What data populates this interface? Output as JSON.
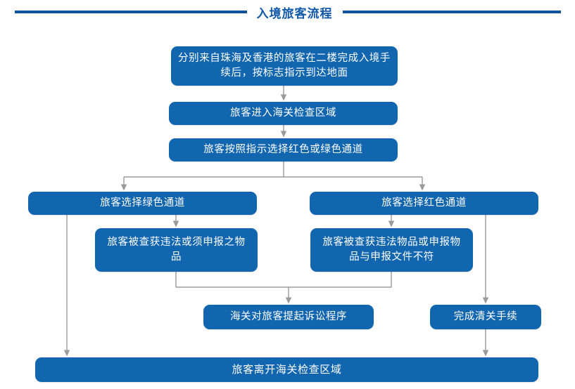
{
  "title": {
    "text": "入境旅客流程",
    "rule_color": "#0d529f",
    "text_color": "#1058a8"
  },
  "theme": {
    "node_fill": "#1266b0",
    "node_text": "#ffffff",
    "connector": "#9a9a9a",
    "background": "#ffffff"
  },
  "flow": {
    "nodes": [
      {
        "id": "arrival",
        "label": "分别来自珠海及香港的旅客在二楼完成入境手续后，按标志指示到达地面"
      },
      {
        "id": "enter-customs",
        "label": "旅客进入海关检查区域"
      },
      {
        "id": "choose-lane",
        "label": "旅客按照指示选择红色或绿色通道"
      },
      {
        "id": "green-lane",
        "label": "旅客选择绿色通道"
      },
      {
        "id": "red-lane",
        "label": "旅客选择红色通道"
      },
      {
        "id": "green-found",
        "label": "旅客被查获违法或须申报之物品"
      },
      {
        "id": "red-found",
        "label": "旅客被查获违法物品或申报物品与申报文件不符"
      },
      {
        "id": "prosecution",
        "label": "海关对旅客提起诉讼程序"
      },
      {
        "id": "clearance",
        "label": "完成清关手续"
      },
      {
        "id": "leave",
        "label": "旅客离开海关检查区域"
      }
    ],
    "edges": [
      {
        "from": "arrival",
        "to": "enter-customs",
        "type": "straight-down"
      },
      {
        "from": "enter-customs",
        "to": "choose-lane",
        "type": "straight-down"
      },
      {
        "from": "choose-lane",
        "to": "green-lane",
        "type": "split-left"
      },
      {
        "from": "choose-lane",
        "to": "red-lane",
        "type": "split-right"
      },
      {
        "from": "green-lane",
        "to": "green-found",
        "type": "straight-down"
      },
      {
        "from": "red-lane",
        "to": "red-found",
        "type": "straight-down"
      },
      {
        "from": "green-lane",
        "to": "leave",
        "type": "bypass-left"
      },
      {
        "from": "red-lane",
        "to": "clearance",
        "type": "bypass-right"
      },
      {
        "from": "green-found",
        "to": "prosecution",
        "type": "merge"
      },
      {
        "from": "red-found",
        "to": "prosecution",
        "type": "merge"
      },
      {
        "from": "clearance",
        "to": "leave",
        "type": "straight-down"
      }
    ]
  }
}
